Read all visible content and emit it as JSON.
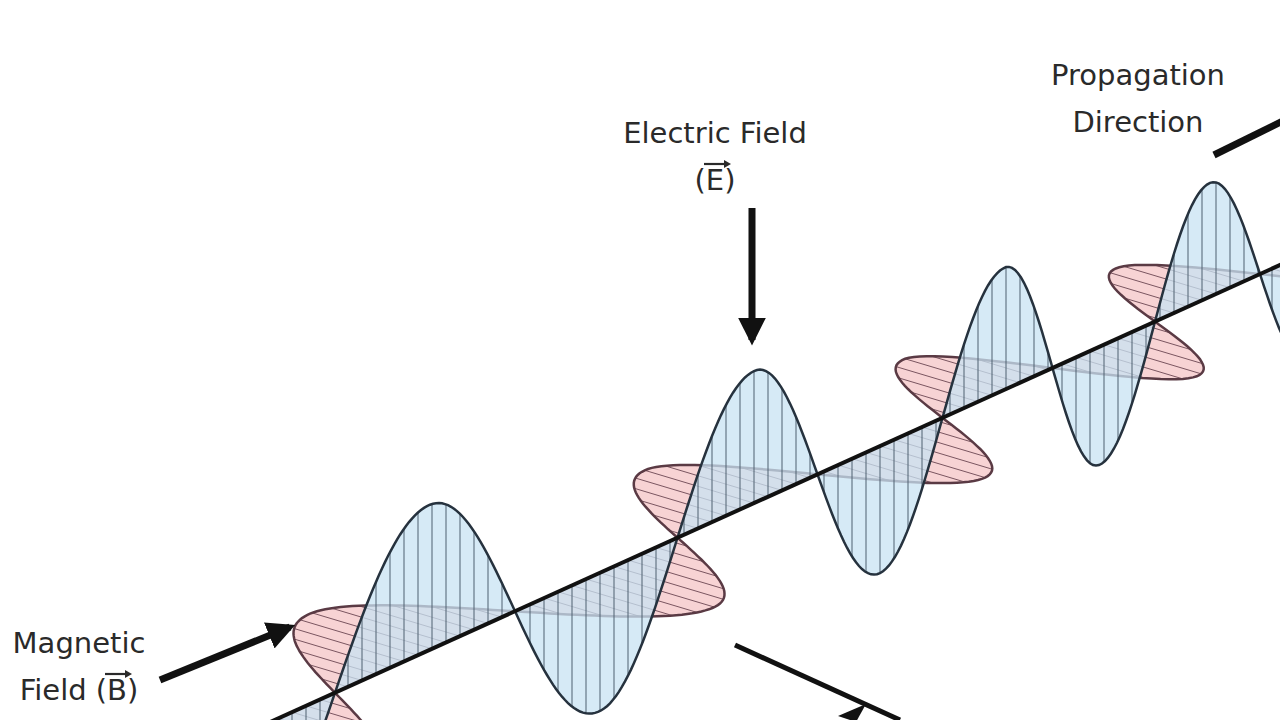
{
  "diagram": {
    "labels": [
      "Electric Field (E)",
      "Magnetic Field (B)",
      "Propagation Direction"
    ]
  }
}
